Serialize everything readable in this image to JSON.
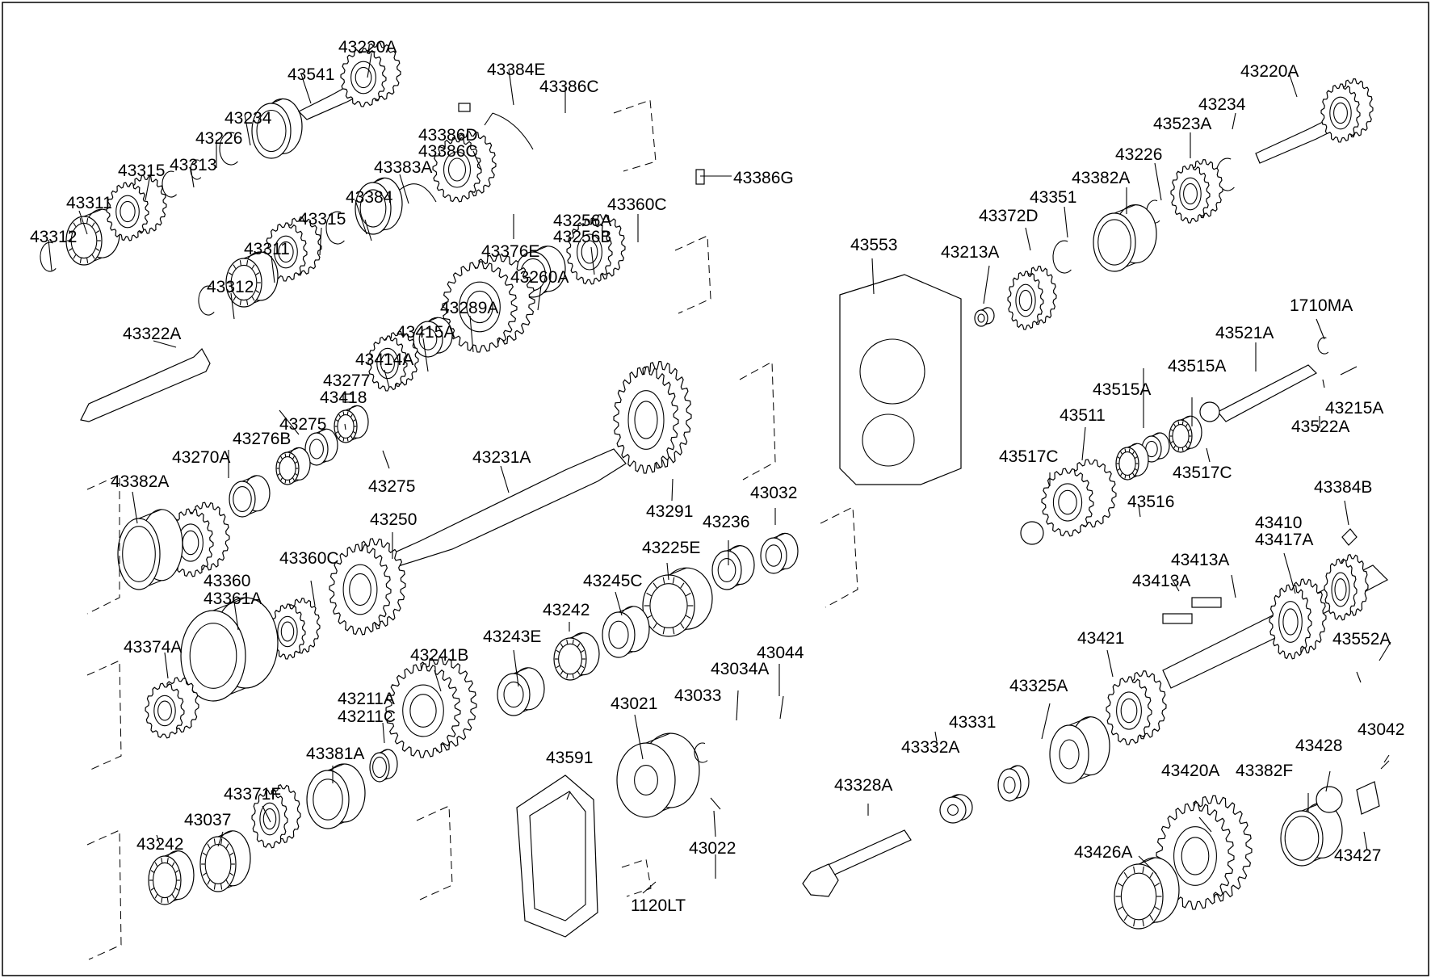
{
  "part_labels": [
    {
      "id": "p01",
      "text": "43220A"
    },
    {
      "id": "p02",
      "text": "43541"
    },
    {
      "id": "p03",
      "text": "43384E"
    },
    {
      "id": "p04",
      "text": "43386C"
    },
    {
      "id": "p05",
      "text": "43234"
    },
    {
      "id": "p06",
      "text": "43226"
    },
    {
      "id": "p07",
      "text": "43386D"
    },
    {
      "id": "p08",
      "text": "43386C"
    },
    {
      "id": "p09",
      "text": "43315"
    },
    {
      "id": "p10",
      "text": "43313"
    },
    {
      "id": "p11",
      "text": "43383A"
    },
    {
      "id": "p12",
      "text": "43386G"
    },
    {
      "id": "p13",
      "text": "43311"
    },
    {
      "id": "p14",
      "text": "43384"
    },
    {
      "id": "p15",
      "text": "43312"
    },
    {
      "id": "p16",
      "text": "43315"
    },
    {
      "id": "p17",
      "text": "43376E"
    },
    {
      "id": "p18",
      "text": "43256A"
    },
    {
      "id": "p19",
      "text": "43256B"
    },
    {
      "id": "p20",
      "text": "43360C"
    },
    {
      "id": "p21",
      "text": "43311"
    },
    {
      "id": "p22",
      "text": "43312"
    },
    {
      "id": "p23",
      "text": "43260A"
    },
    {
      "id": "p24",
      "text": "43289A"
    },
    {
      "id": "p25",
      "text": "43322A"
    },
    {
      "id": "p26",
      "text": "43415A"
    },
    {
      "id": "p27",
      "text": "43414A"
    },
    {
      "id": "p28",
      "text": "43277"
    },
    {
      "id": "p29",
      "text": "43418"
    },
    {
      "id": "p30",
      "text": "43275"
    },
    {
      "id": "p31",
      "text": "43276B"
    },
    {
      "id": "p32",
      "text": "43270A"
    },
    {
      "id": "p33",
      "text": "43275"
    },
    {
      "id": "p34",
      "text": "43382A"
    },
    {
      "id": "p35",
      "text": "43231A"
    },
    {
      "id": "p36",
      "text": "43291"
    },
    {
      "id": "p37",
      "text": "43250"
    },
    {
      "id": "p38",
      "text": "43032"
    },
    {
      "id": "p39",
      "text": "43236"
    },
    {
      "id": "p40",
      "text": "43360C"
    },
    {
      "id": "p41",
      "text": "43225E"
    },
    {
      "id": "p42",
      "text": "43360"
    },
    {
      "id": "p43",
      "text": "43361A"
    },
    {
      "id": "p44",
      "text": "43245C"
    },
    {
      "id": "p45",
      "text": "43242"
    },
    {
      "id": "p46",
      "text": "43374A"
    },
    {
      "id": "p47",
      "text": "43241B"
    },
    {
      "id": "p48",
      "text": "43243E"
    },
    {
      "id": "p49",
      "text": "43044"
    },
    {
      "id": "p50",
      "text": "43034A"
    },
    {
      "id": "p51",
      "text": "43211A"
    },
    {
      "id": "p52",
      "text": "43211C"
    },
    {
      "id": "p53",
      "text": "43021"
    },
    {
      "id": "p54",
      "text": "43033"
    },
    {
      "id": "p55",
      "text": "43381A"
    },
    {
      "id": "p56",
      "text": "43371F"
    },
    {
      "id": "p57",
      "text": "43591"
    },
    {
      "id": "p58",
      "text": "43037"
    },
    {
      "id": "p59",
      "text": "43242"
    },
    {
      "id": "p60",
      "text": "43022"
    },
    {
      "id": "p61",
      "text": "1120LT"
    },
    {
      "id": "p62",
      "text": "43220A"
    },
    {
      "id": "p63",
      "text": "43234"
    },
    {
      "id": "p64",
      "text": "43523A"
    },
    {
      "id": "p65",
      "text": "43226"
    },
    {
      "id": "p66",
      "text": "43382A"
    },
    {
      "id": "p67",
      "text": "43351"
    },
    {
      "id": "p68",
      "text": "43372D"
    },
    {
      "id": "p69",
      "text": "43553"
    },
    {
      "id": "p70",
      "text": "43213A"
    },
    {
      "id": "p71",
      "text": "1710MA"
    },
    {
      "id": "p72",
      "text": "43521A"
    },
    {
      "id": "p73",
      "text": "43515A"
    },
    {
      "id": "p74",
      "text": "43515A"
    },
    {
      "id": "p75",
      "text": "43215A"
    },
    {
      "id": "p76",
      "text": "43511"
    },
    {
      "id": "p77",
      "text": "43522A"
    },
    {
      "id": "p78",
      "text": "43517C"
    },
    {
      "id": "p79",
      "text": "43517C"
    },
    {
      "id": "p80",
      "text": "43516"
    },
    {
      "id": "p81",
      "text": "43384B"
    },
    {
      "id": "p82",
      "text": "43410"
    },
    {
      "id": "p83",
      "text": "43417A"
    },
    {
      "id": "p84",
      "text": "43413A"
    },
    {
      "id": "p85",
      "text": "43413A"
    },
    {
      "id": "p86",
      "text": "43421"
    },
    {
      "id": "p87",
      "text": "43552A"
    },
    {
      "id": "p88",
      "text": "43325A"
    },
    {
      "id": "p89",
      "text": "43331"
    },
    {
      "id": "p90",
      "text": "43332A"
    },
    {
      "id": "p91",
      "text": "43042"
    },
    {
      "id": "p92",
      "text": "43428"
    },
    {
      "id": "p93",
      "text": "43328A"
    },
    {
      "id": "p94",
      "text": "43420A"
    },
    {
      "id": "p95",
      "text": "43382F"
    },
    {
      "id": "p96",
      "text": "43426A"
    },
    {
      "id": "p97",
      "text": "43427"
    }
  ]
}
